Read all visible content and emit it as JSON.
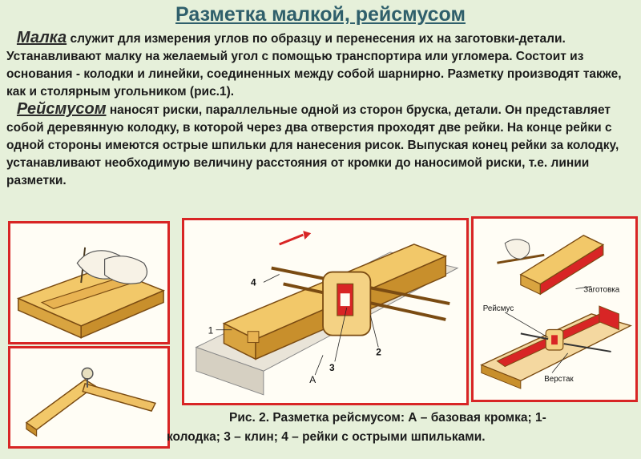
{
  "title": "Разметка малкой, рейсмусом",
  "para1": {
    "term": "Малка",
    "text": " служит для измерения углов по образцу и перенесения их на заготовки-детали. Устанавливают малку на желаемый угол с помощью транспортира или угломера. Состоит из основания - колодки и линейки, соединенных между собой шарнирно. Разметку производят также, как и столярным угольником (рис.1)."
  },
  "para2": {
    "term": "Рейсмусом",
    "text": " наносят риски, параллельные одной из сторон бруска, детали. Он представляет собой деревянную колодку, в которой через два отверстия проходят две рейки. На конце рейки с одной стороны имеются острые шпильки для нанесения рисок. Выпуская конец рейки за колодку, устанавливают необходимую величину расстояния от кромки до наносимой риски, т.е. линии разметки."
  },
  "figure_center": {
    "labels": [
      "4",
      "1",
      "2",
      "3",
      "А"
    ]
  },
  "figure_right": {
    "labels": [
      "Заготовка",
      "Рейсмус",
      "Верстак"
    ]
  },
  "caption": {
    "line1": "Рис. 2. Разметка рейсмусом: А – базовая кромка; 1-",
    "line2": "колодка;  3 – клин;  4 – рейки с острыми шпильками."
  },
  "colors": {
    "background": "#e6f0da",
    "frame": "#d82525",
    "title": "#2f5f6b",
    "wood": "#f2c869"
  }
}
